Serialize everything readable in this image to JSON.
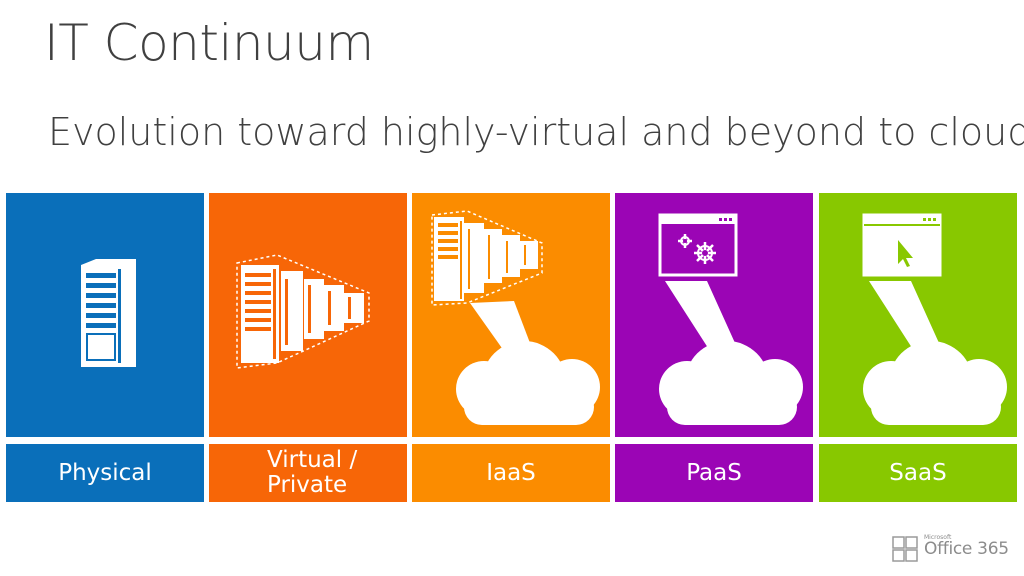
{
  "title": "IT Continuum",
  "subtitle": "Evolution toward highly-virtual and beyond to cloud",
  "columns": [
    {
      "label": "Physical",
      "color": "#0a6fba",
      "icon": "server-icon"
    },
    {
      "label": "Virtual / Private",
      "line1": "Virtual /",
      "line2": "Private",
      "color": "#f76607",
      "icon": "server-rack-icon"
    },
    {
      "label": "IaaS",
      "color": "#fb8c00",
      "icon": "server-cloud-icon"
    },
    {
      "label": "PaaS",
      "color": "#9b05b5",
      "icon": "window-gears-cloud-icon"
    },
    {
      "label": "SaaS",
      "color": "#88c800",
      "icon": "window-cursor-cloud-icon"
    }
  ],
  "logo": {
    "brand": "Microsoft",
    "product": "Office 365"
  }
}
